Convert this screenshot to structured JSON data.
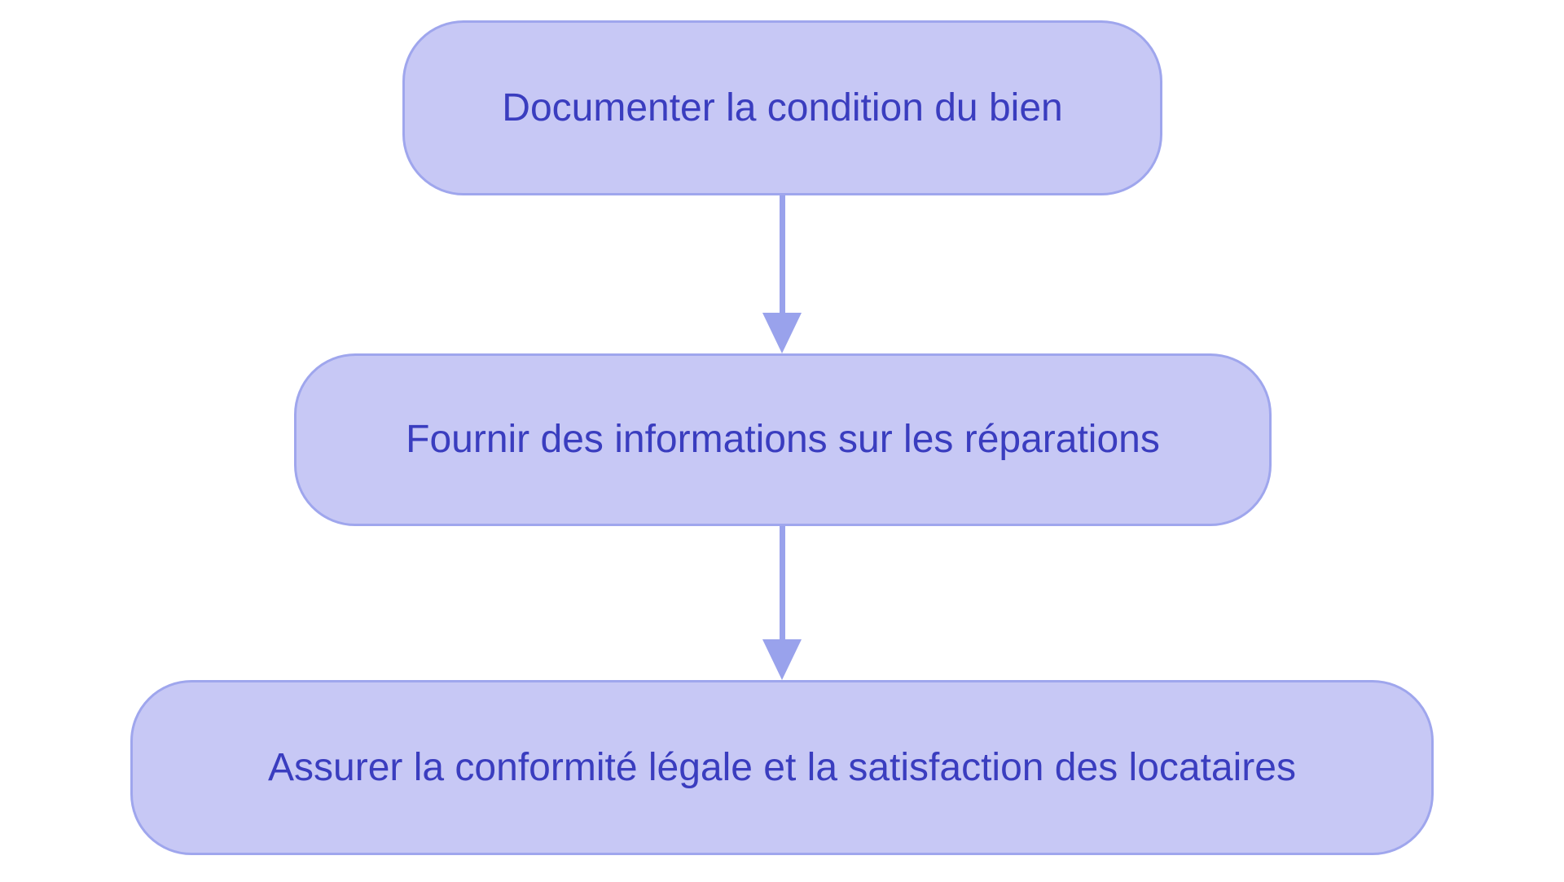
{
  "diagram": {
    "type": "flowchart",
    "direction": "top-down",
    "nodes": [
      {
        "id": "step-1",
        "label": "Documenter la condition du bien"
      },
      {
        "id": "step-2",
        "label": "Fournir des informations sur les réparations"
      },
      {
        "id": "step-3",
        "label": "Assurer la conformité légale et la satisfaction des locataires"
      }
    ],
    "edges": [
      {
        "from": "step-1",
        "to": "step-2",
        "style": "arrow-down"
      },
      {
        "from": "step-2",
        "to": "step-3",
        "style": "arrow-down"
      }
    ]
  },
  "colors": {
    "background": "#ffffff",
    "node_fill": "#c7c8f5",
    "node_border": "#9fa6ed",
    "arrow": "#99a2ec",
    "text": "#3a3dbf"
  }
}
